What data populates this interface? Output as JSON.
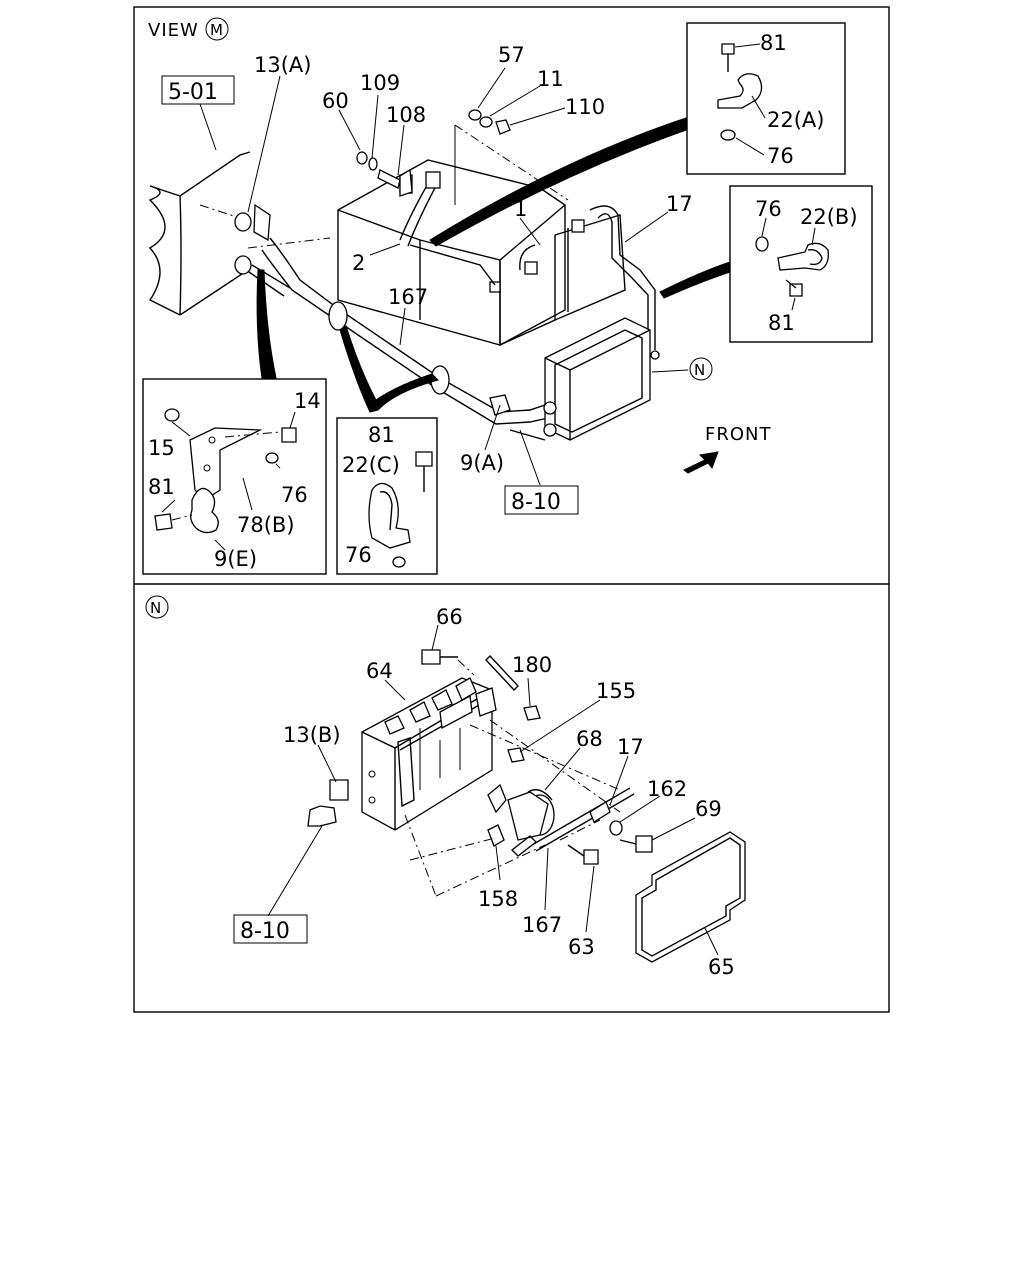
{
  "view_header": {
    "prefix": "VIEW",
    "marker": "M"
  },
  "section_n_marker": "N",
  "front_label": "FRONT",
  "n_callout": "N",
  "ref_boxes": {
    "frame": "5-01",
    "top": "8-10",
    "bottom": "8-10"
  },
  "labels_top": {
    "l13a": "13(A)",
    "l60": "60",
    "l109": "109",
    "l108": "108",
    "l57": "57",
    "l11": "11",
    "l110": "110",
    "l1": "1",
    "l17": "17",
    "l2": "2",
    "l167": "167",
    "l9a": "9(A)"
  },
  "inset_a": {
    "l81": "81",
    "l22a": "22(A)",
    "l76": "76"
  },
  "inset_b": {
    "l76": "76",
    "l22b": "22(B)",
    "l81": "81"
  },
  "inset_c": {
    "l14": "14",
    "l15": "15",
    "l76": "76",
    "l81": "81",
    "l78b": "78(B)",
    "l9e": "9(E)"
  },
  "inset_d": {
    "l81": "81",
    "l22c": "22(C)",
    "l76": "76"
  },
  "labels_bottom": {
    "l66": "66",
    "l64": "64",
    "l180": "180",
    "l155": "155",
    "l13b": "13(B)",
    "l68": "68",
    "l17": "17",
    "l162": "162",
    "l69": "69",
    "l158": "158",
    "l167": "167",
    "l63": "63",
    "l65": "65"
  }
}
